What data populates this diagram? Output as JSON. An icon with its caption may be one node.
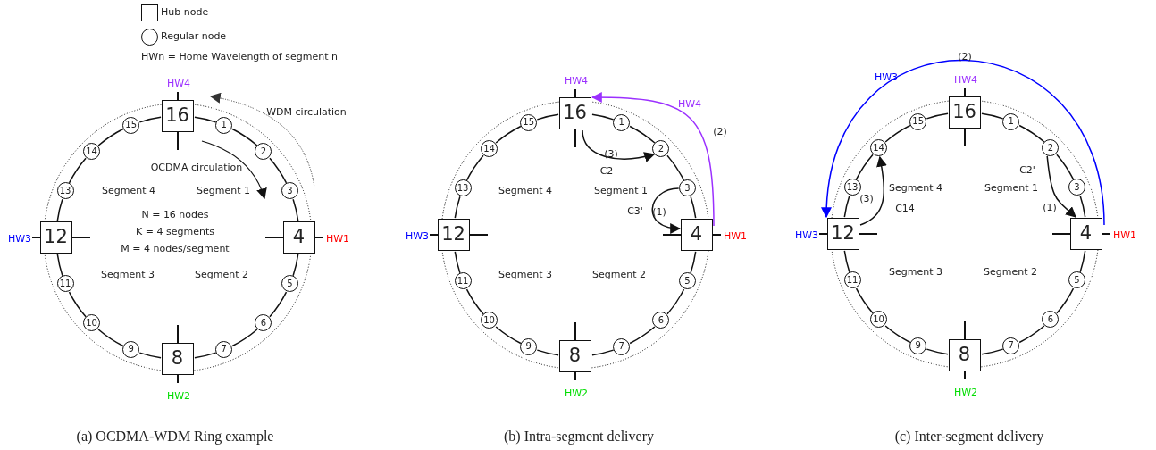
{
  "diagram": {
    "nodes": [
      {
        "text": [
          "1"
        ]
      },
      {
        "text": [
          "2"
        ]
      },
      {
        "text": [
          "3"
        ]
      },
      {
        "text": [
          "4"
        ],
        "beside": [
          "HW1"
        ]
      },
      {
        "text": [
          "5"
        ]
      },
      {
        "text": [
          "6"
        ]
      },
      {
        "text": [
          "7"
        ]
      },
      {
        "text": [
          "8"
        ],
        "beside": [
          "HW2"
        ]
      },
      {
        "text": [
          "9"
        ]
      },
      {
        "text": [
          "10"
        ]
      },
      {
        "text": [
          "11"
        ]
      },
      {
        "text": [
          "12"
        ],
        "beside": [
          "HW3"
        ]
      },
      {
        "text": [
          "13"
        ]
      },
      {
        "text": [
          "14"
        ]
      },
      {
        "text": [
          "15"
        ]
      },
      {
        "text": [
          "16"
        ],
        "beside": [
          "HW4"
        ]
      },
      {
        "text": [
          "1"
        ]
      },
      {
        "text": [
          "2"
        ]
      },
      {
        "text": [
          "3"
        ]
      },
      {
        "text": [
          "4"
        ],
        "beside": [
          "HW1"
        ]
      },
      {
        "text": [
          "5"
        ]
      },
      {
        "text": [
          "6"
        ]
      },
      {
        "text": [
          "7"
        ]
      },
      {
        "text": [
          "8"
        ],
        "beside": [
          "HW2"
        ]
      },
      {
        "text": [
          "9"
        ]
      },
      {
        "text": [
          "10"
        ]
      },
      {
        "text": [
          "11"
        ]
      },
      {
        "text": [
          "12"
        ],
        "beside": [
          "HW3"
        ]
      },
      {
        "text": [
          "13"
        ]
      },
      {
        "text": [
          "14"
        ]
      },
      {
        "text": [
          "15"
        ]
      },
      {
        "text": [
          "16"
        ],
        "beside": [
          "HW4"
        ]
      },
      {
        "text": [
          "1"
        ]
      },
      {
        "text": [
          "2"
        ]
      },
      {
        "text": [
          "3"
        ]
      },
      {
        "text": [
          "4"
        ],
        "beside": [
          "HW1"
        ]
      },
      {
        "text": [
          "5"
        ]
      },
      {
        "text": [
          "6"
        ]
      },
      {
        "text": [
          "7"
        ]
      },
      {
        "text": [
          "8"
        ],
        "beside": [
          "HW2"
        ]
      },
      {
        "text": [
          "9"
        ]
      },
      {
        "text": [
          "10"
        ]
      },
      {
        "text": [
          "11"
        ]
      },
      {
        "text": [
          "12"
        ],
        "beside": [
          "HW3"
        ]
      },
      {
        "text": [
          "13"
        ]
      },
      {
        "text": [
          "14"
        ]
      },
      {
        "text": [
          "15"
        ]
      },
      {
        "text": [
          "16"
        ],
        "beside": [
          "HW4"
        ]
      }
    ],
    "edges": [
      {
        "from": 0,
        "to": 1,
        "arrow": "none"
      },
      {
        "from": 1,
        "to": 2,
        "arrow": "none"
      },
      {
        "from": 2,
        "to": 3,
        "arrow": "none"
      },
      {
        "from": 3,
        "to": 4,
        "arrow": "none"
      },
      {
        "from": 4,
        "to": 5,
        "arrow": "none"
      },
      {
        "from": 5,
        "to": 6,
        "arrow": "none"
      },
      {
        "from": 6,
        "to": 7,
        "arrow": "none"
      },
      {
        "from": 7,
        "to": 8,
        "arrow": "none"
      },
      {
        "from": 8,
        "to": 9,
        "arrow": "none"
      },
      {
        "from": 9,
        "to": 10,
        "arrow": "none"
      },
      {
        "from": 10,
        "to": 11,
        "arrow": "none"
      },
      {
        "from": 11,
        "to": 12,
        "arrow": "none"
      },
      {
        "from": 12,
        "to": 13,
        "arrow": "none"
      },
      {
        "from": 13,
        "to": 14,
        "arrow": "none"
      },
      {
        "from": 14,
        "to": 15,
        "arrow": "none"
      },
      {
        "from": 15,
        "to": 0,
        "arrow": "none"
      },
      {
        "from": 16,
        "to": 17,
        "arrow": "none"
      },
      {
        "from": 17,
        "to": 18,
        "arrow": "none"
      },
      {
        "from": 18,
        "to": 19,
        "arrow": "none"
      },
      {
        "from": 19,
        "to": 20,
        "arrow": "none"
      },
      {
        "from": 20,
        "to": 21,
        "arrow": "none"
      },
      {
        "from": 21,
        "to": 22,
        "arrow": "none"
      },
      {
        "from": 22,
        "to": 23,
        "arrow": "none"
      },
      {
        "from": 23,
        "to": 24,
        "arrow": "none"
      },
      {
        "from": 24,
        "to": 25,
        "arrow": "none"
      },
      {
        "from": 25,
        "to": 26,
        "arrow": "none"
      },
      {
        "from": 26,
        "to": 27,
        "arrow": "none"
      },
      {
        "from": 27,
        "to": 28,
        "arrow": "none"
      },
      {
        "from": 28,
        "to": 29,
        "arrow": "none"
      },
      {
        "from": 29,
        "to": 30,
        "arrow": "none"
      },
      {
        "from": 30,
        "to": 31,
        "arrow": "none"
      },
      {
        "from": 31,
        "to": 16,
        "arrow": "none"
      },
      {
        "from": 18,
        "to": 19,
        "arrow": "to",
        "label": "(1)"
      },
      {
        "from": 19,
        "to": 31,
        "arrow": "to",
        "label": "(2)",
        "color": "#9b30ff"
      },
      {
        "from": 31,
        "to": 17,
        "arrow": "to",
        "label": "(3)"
      },
      {
        "from": 32,
        "to": 33,
        "arrow": "none"
      },
      {
        "from": 33,
        "to": 34,
        "arrow": "none"
      },
      {
        "from": 34,
        "to": 35,
        "arrow": "none"
      },
      {
        "from": 35,
        "to": 36,
        "arrow": "none"
      },
      {
        "from": 36,
        "to": 37,
        "arrow": "none"
      },
      {
        "from": 37,
        "to": 38,
        "arrow": "none"
      },
      {
        "from": 38,
        "to": 39,
        "arrow": "none"
      },
      {
        "from": 39,
        "to": 40,
        "arrow": "none"
      },
      {
        "from": 40,
        "to": 41,
        "arrow": "none"
      },
      {
        "from": 41,
        "to": 42,
        "arrow": "none"
      },
      {
        "from": 42,
        "to": 43,
        "arrow": "none"
      },
      {
        "from": 43,
        "to": 44,
        "arrow": "none"
      },
      {
        "from": 44,
        "to": 45,
        "arrow": "none"
      },
      {
        "from": 45,
        "to": 46,
        "arrow": "none"
      },
      {
        "from": 46,
        "to": 47,
        "arrow": "none"
      },
      {
        "from": 47,
        "to": 32,
        "arrow": "none"
      },
      {
        "from": 33,
        "to": 35,
        "arrow": "to",
        "label": "(1)"
      },
      {
        "from": 35,
        "to": 43,
        "arrow": "to",
        "label": "(2)",
        "color": "#0000ff"
      },
      {
        "from": 43,
        "to": 45,
        "arrow": "to",
        "label": "(3)"
      }
    ],
    "labels": [
      "HWn = Home Wavelength of segment n",
      "WDM circulation",
      "OCDMA circulation",
      "Segment 4",
      "Segment 1",
      "N = 16 nodes",
      "K = 4 segments",
      "M = 4 nodes/segment",
      "Segment 3",
      "Segment 2",
      "(a) OCDMA-WDM Ring example",
      "HW4",
      "C2",
      "C3'",
      "Segment 4",
      "Segment 1",
      "Segment 3",
      "Segment 2",
      "(b) Intra-segment delivery",
      "HW3",
      "C2'",
      "C14",
      "Segment 4",
      "Segment 1",
      "Segment 3",
      "Segment 2",
      "(c) Inter-segment delivery"
    ],
    "legend": [
      {
        "text": "Hub node"
      },
      {
        "text": "Regular node"
      }
    ]
  }
}
